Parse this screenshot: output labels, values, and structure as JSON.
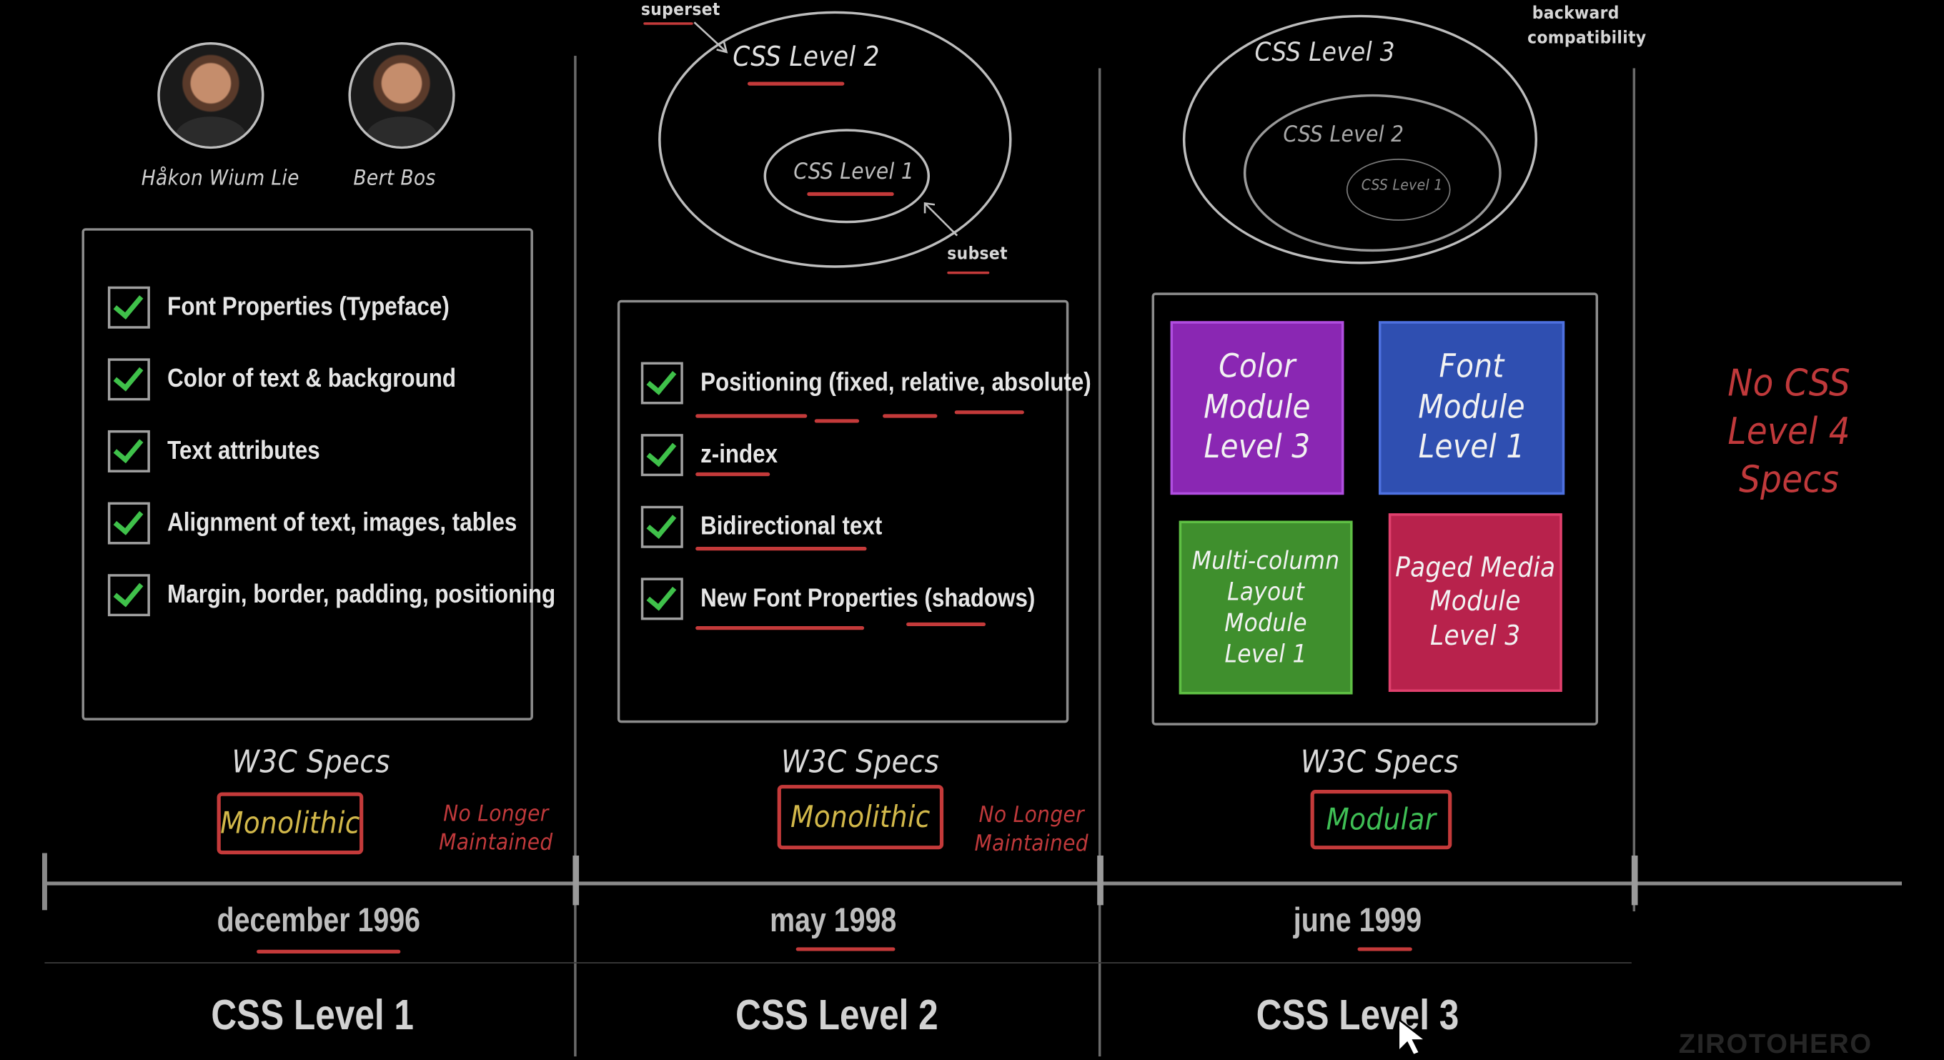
{
  "people": [
    {
      "name": "Håkon Wium Lie"
    },
    {
      "name": "Bert Bos"
    }
  ],
  "columns": [
    {
      "features": [
        "Font Properties (Typeface)",
        "Color of text & background",
        "Text attributes",
        "Alignment of text, images, tables",
        "Margin, border, padding, positioning"
      ],
      "spec_label": "W3C Specs",
      "spec_type": "Monolithic",
      "status": "No Longer\nMaintained",
      "date": "december 1996",
      "level": "CSS Level 1"
    },
    {
      "diagram": {
        "outer": "CSS Level 2",
        "inner": "CSS Level 1",
        "superset": "superset",
        "subset": "subset"
      },
      "features": [
        "Positioning (fixed, relative, absolute)",
        "z-index",
        "Bidirectional text",
        "New Font Properties (shadows)"
      ],
      "spec_label": "W3C Specs",
      "spec_type": "Monolithic",
      "status": "No Longer\nMaintained",
      "date": "may 1998",
      "level": "CSS Level 2"
    },
    {
      "diagram": {
        "outer": "CSS Level 3",
        "middle": "CSS Level 2",
        "inner": "CSS Level 1",
        "note": "backward compatibility"
      },
      "modules": [
        {
          "label": "Color\nModule\nLevel 3",
          "color": "#8a27b3"
        },
        {
          "label": "Font\nModule\nLevel 1",
          "color": "#2f4fb1"
        },
        {
          "label": "Multi-column\nLayout\nModule\nLevel 1",
          "color": "#3f8f2d"
        },
        {
          "label": "Paged Media\nModule\nLevel 3",
          "color": "#b8224c"
        }
      ],
      "spec_label": "W3C Specs",
      "spec_type": "Modular",
      "date": "june 1999",
      "level": "CSS Level 3"
    }
  ],
  "level4_note": "No CSS\nLevel 4\nSpecs",
  "colors": {
    "accent_red": "#c43a3a",
    "check_green": "#3fc14a",
    "monolithic_text": "#d2b84a",
    "modular_text": "#3fbf55"
  },
  "watermark": "ZIROTOHERO"
}
